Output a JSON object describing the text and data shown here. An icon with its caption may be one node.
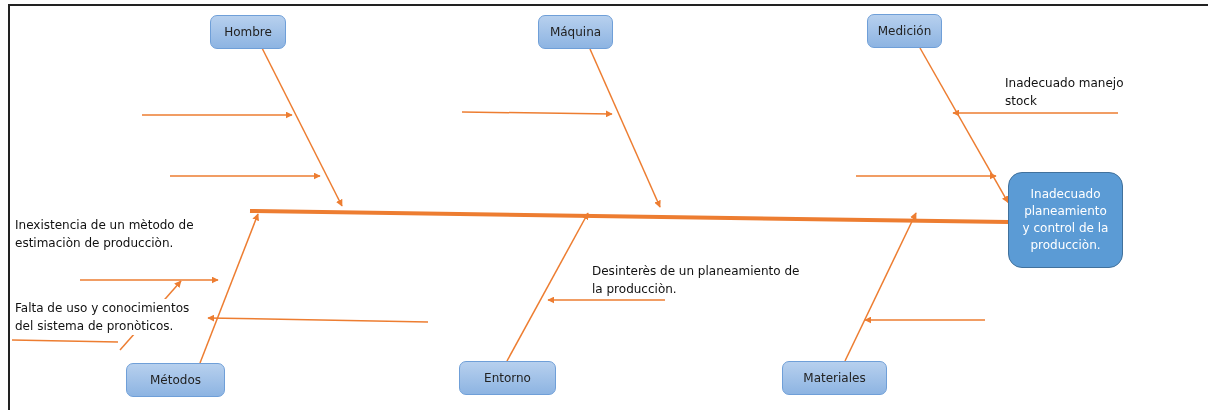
{
  "diagram": {
    "nodes": [
      {
        "text": [
          "Hombre"
        ]
      },
      {
        "text": [
          "Máquina"
        ]
      },
      {
        "text": [
          "Medición"
        ]
      },
      {
        "text": [
          "Inadecuado planeamiento y control de la producciòn."
        ]
      },
      {
        "text": [
          "Métodos"
        ]
      },
      {
        "text": [
          "Entorno"
        ]
      },
      {
        "text": [
          "Materiales"
        ]
      }
    ],
    "edges": [
      {
        "from": null,
        "to": 3,
        "arrow": "none",
        "style": "thick"
      },
      {
        "from": 0,
        "to": null,
        "arrow": "to"
      },
      {
        "from": 1,
        "to": null,
        "arrow": "to"
      },
      {
        "from": 2,
        "to": 3,
        "arrow": "to"
      },
      {
        "from": 4,
        "to": null,
        "arrow": "to"
      },
      {
        "from": 5,
        "to": null,
        "arrow": "to"
      },
      {
        "from": 6,
        "to": null,
        "arrow": "to"
      }
    ],
    "labels": [
      "Inadecuado manejo stock",
      "Inexistencia de un mètodo de estimaciòn de producciòn.",
      "Desinterès de un planeamiento de la producciòn.",
      "Falta de uso y conocimientos del sistema de pronòticos."
    ]
  }
}
